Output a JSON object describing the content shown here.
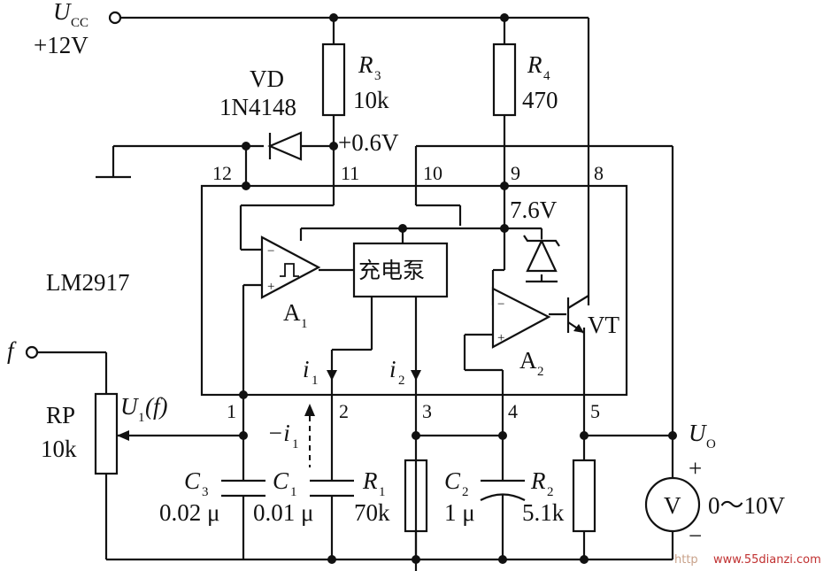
{
  "supply": {
    "name": "U",
    "sub": "CC",
    "voltage": "+12V"
  },
  "chip": {
    "name": "LM2917"
  },
  "components": {
    "vd": {
      "name": "VD",
      "part": "1N4148"
    },
    "r3": {
      "name": "R",
      "sub": "3",
      "value": "10k"
    },
    "r4": {
      "name": "R",
      "sub": "4",
      "value": "470"
    },
    "r1": {
      "name": "R",
      "sub": "1",
      "value": "70k"
    },
    "r2": {
      "name": "R",
      "sub": "2",
      "value": "5.1k"
    },
    "c3": {
      "name": "C",
      "sub": "3",
      "value": "0.02 μ"
    },
    "c1": {
      "name": "C",
      "sub": "1",
      "value": "0.01 μ"
    },
    "c2": {
      "name": "C",
      "sub": "2",
      "value": "1 μ"
    },
    "rp": {
      "name": "RP",
      "value": "10k"
    },
    "a1": {
      "name": "A",
      "sub": "1"
    },
    "a2": {
      "name": "A",
      "sub": "2"
    },
    "vt": {
      "name": "VT"
    },
    "pump": {
      "name": "充电泵"
    },
    "meter": {
      "symbol": "V",
      "range": "0～10V"
    }
  },
  "nodes": {
    "v06": "+0.6V",
    "v76": "7.6V",
    "input": "f",
    "u1_name": "U",
    "u1_sub": "1",
    "u1_arg": "(f)",
    "uo_name": "U",
    "uo_sub": "O",
    "i1": "i",
    "i1_sub": "1",
    "i2": "i",
    "i2_sub": "2",
    "neg_i1": "−i",
    "neg_i1_sub": "1",
    "plus": "+",
    "minus": "−"
  },
  "pins": [
    "1",
    "2",
    "3",
    "4",
    "5",
    "8",
    "9",
    "10",
    "11",
    "12"
  ],
  "watermark": {
    "left": "http",
    "right": "www.55dianzi.com"
  }
}
